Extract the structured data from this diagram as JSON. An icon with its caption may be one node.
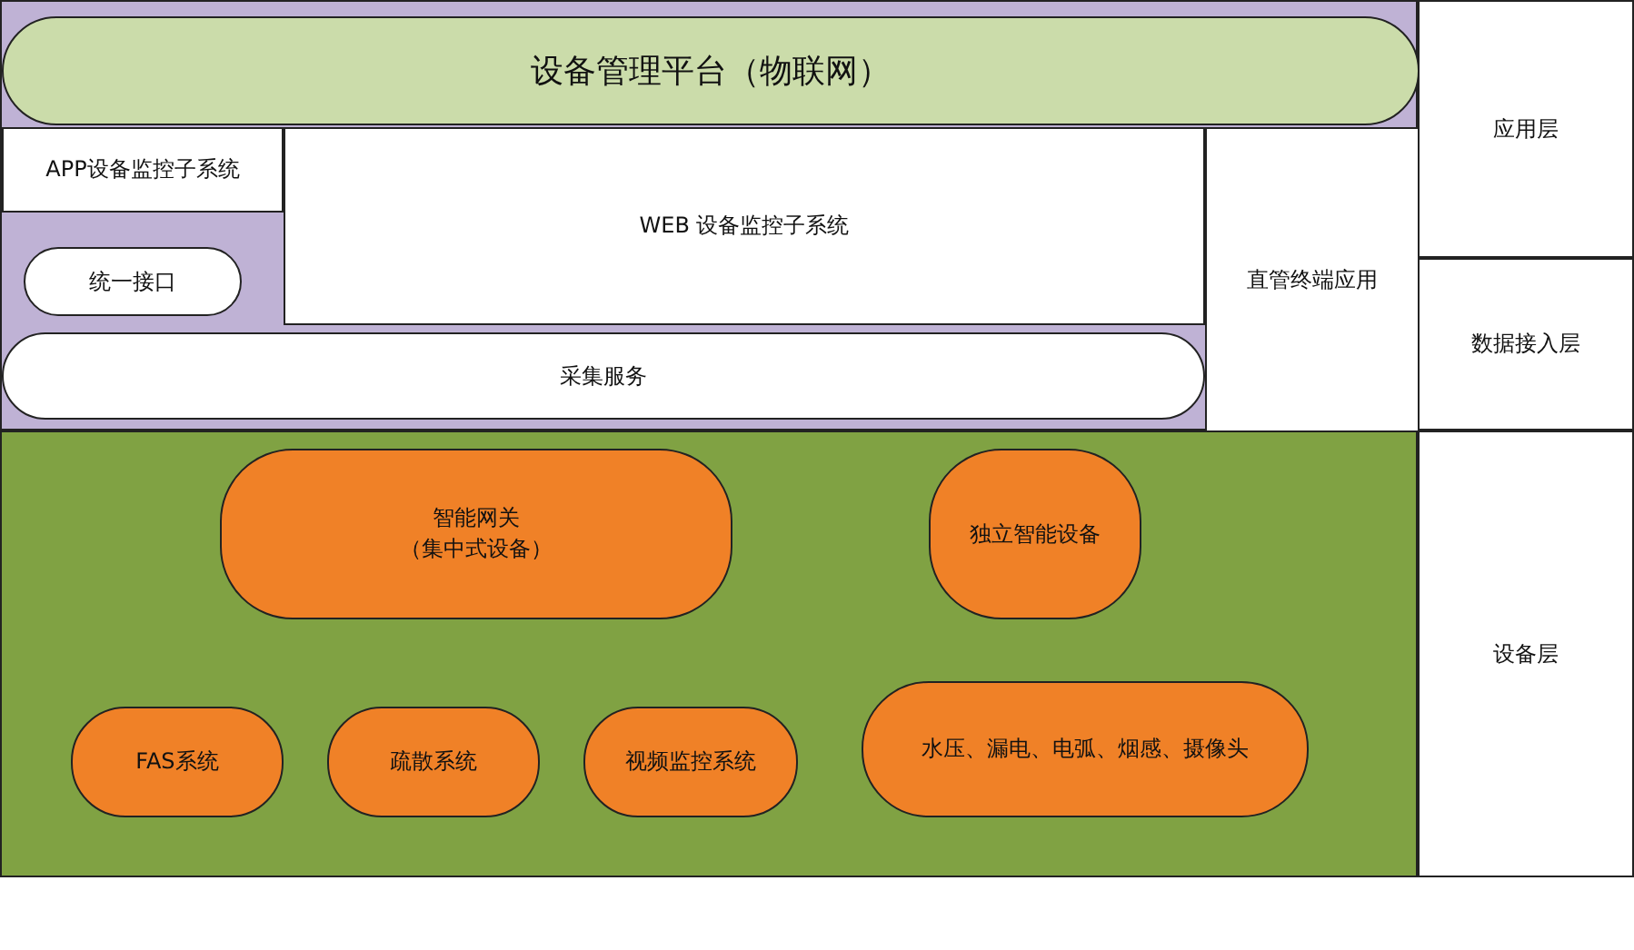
{
  "diagram": {
    "nodes": [
      {
        "text": [],
        "shape": "box"
      },
      {
        "text": [
          "设备管理平台（物联网）"
        ],
        "in": 0
      },
      {
        "text": [
          "APP设备监控子系统"
        ],
        "in": 0
      },
      {
        "text": [
          "WEB 设备监控子系统"
        ],
        "in": 0
      },
      {
        "text": [
          "直管终端应用"
        ],
        "in": 0
      },
      {
        "text": [
          "统一接口"
        ],
        "in": 0
      },
      {
        "text": [
          "采集服务"
        ],
        "in": 0
      },
      {
        "text": [
          "应用层"
        ]
      },
      {
        "text": [
          "数据接入层"
        ]
      },
      {
        "text": [],
        "shape": "box"
      },
      {
        "text": [
          "智能网关",
          "（集中式设备）"
        ],
        "in": 9
      },
      {
        "text": [
          "独立智能设备"
        ],
        "in": 9
      },
      {
        "text": [
          "FAS系统"
        ],
        "in": 9
      },
      {
        "text": [
          "疏散系统"
        ],
        "in": 9
      },
      {
        "text": [
          "视频监控系统"
        ],
        "in": 9
      },
      {
        "text": [
          "水压、漏电、电弧、烟感、摄像头"
        ],
        "in": 9
      },
      {
        "text": [
          "设备层"
        ]
      }
    ],
    "edges": []
  }
}
